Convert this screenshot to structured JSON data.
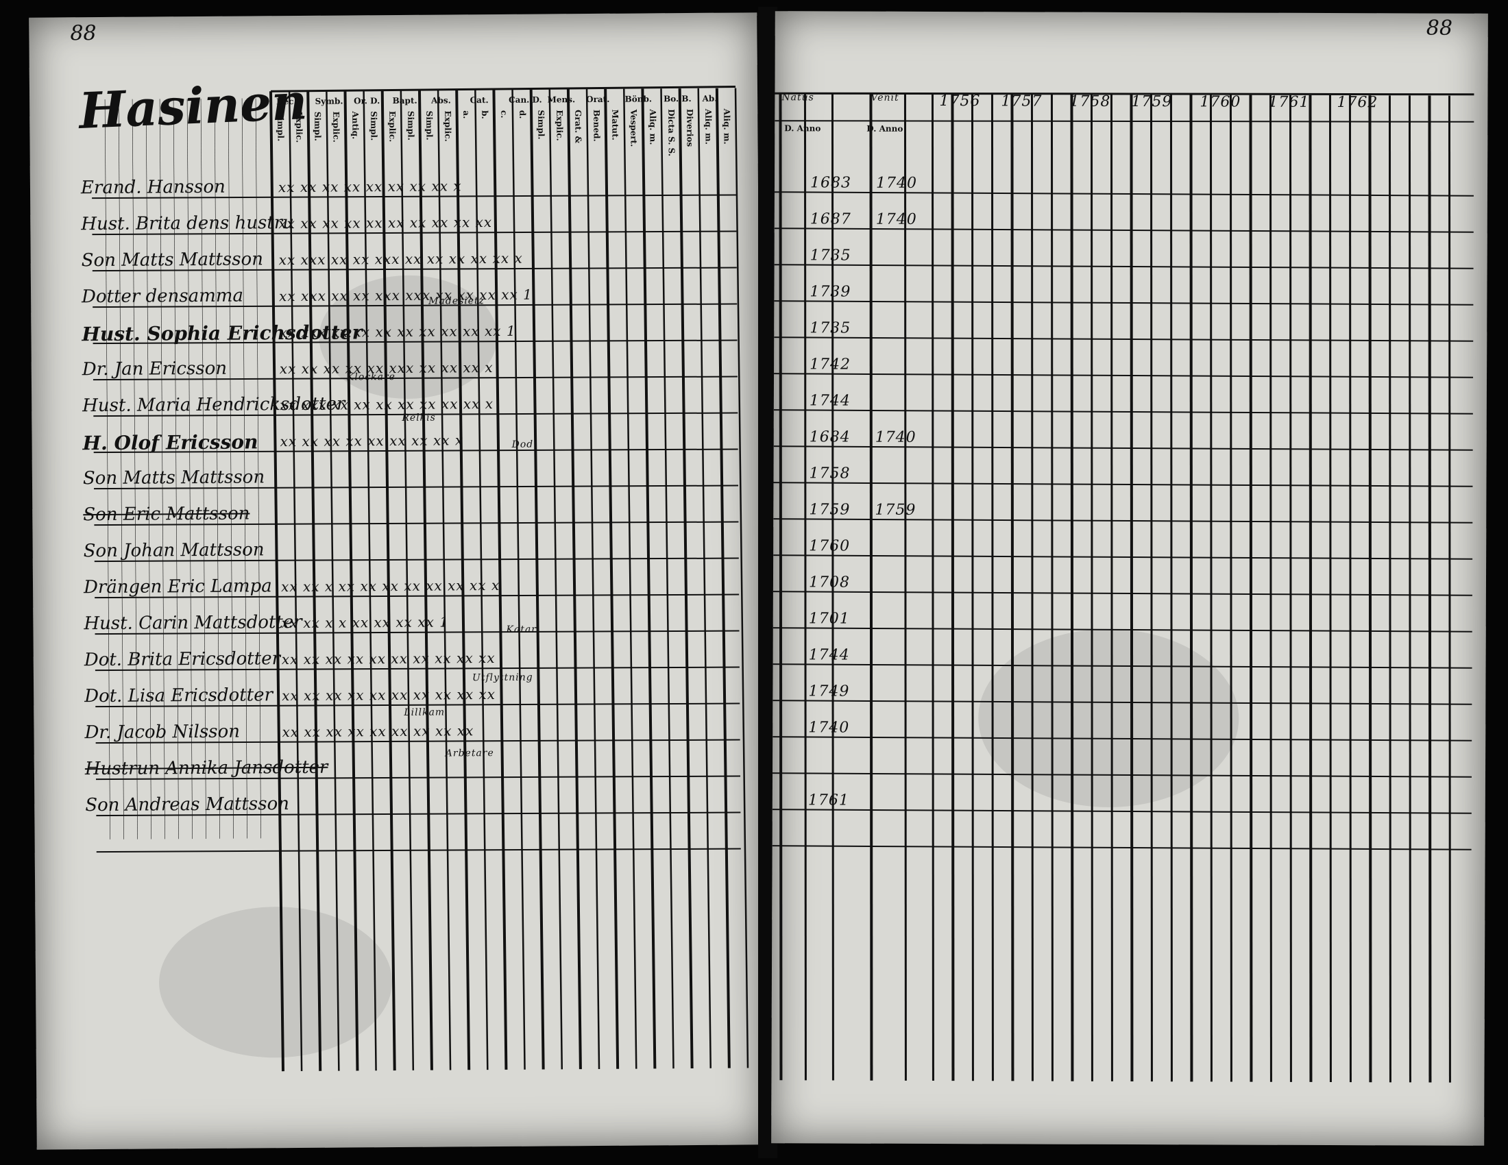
{
  "document": {
    "folio_left": "88",
    "folio_right": "88",
    "section_title": "Hasinen",
    "left_headers": {
      "top_row": [
        "Dec.",
        "Symb.",
        "Or. D.",
        "Bapt.",
        "Abs.",
        "Cat.",
        "Can. D.",
        "Mens.",
        "Orat.",
        "Bönb.",
        "Bo. B.",
        "Ab."
      ],
      "columns": [
        "Simpl.",
        "Explic.",
        "Simpl.",
        "Explic.",
        "Antiq.",
        "Simpl.",
        "Explic.",
        "Simpl.",
        "Simpl.",
        "Explic.",
        "a.",
        "b.",
        "c.",
        "d.",
        "Simpl.",
        "Explic.",
        "Grat. &",
        "Bened.",
        "Matut.",
        "Vespert.",
        "Aliq. m.",
        "Dicta S. S.",
        "Diverios",
        "Aliq. m.",
        "Aliq. m."
      ]
    },
    "right_headers": {
      "top_row": [
        "Natus",
        "Venit",
        "1756",
        "1757",
        "1758",
        "1759",
        "1760",
        "1761",
        "1762"
      ],
      "sub_row": [
        "D. Anno",
        "D. Anno"
      ]
    },
    "rows": [
      {
        "name": "Erand. Hansson",
        "marks": "xx  xx  xx xx xx xx xx xx  x",
        "born": "1683",
        "came": "1740"
      },
      {
        "name": "Hust. Brita dens hustru",
        "marks": "xx xx xx xx xx xx xx xx xx xx",
        "born": "1687",
        "came": "1740"
      },
      {
        "name": "Son Matts Mattsson",
        "marks": "xx xxx xx xx xxx xx xx xx xx xx x",
        "born": "1735",
        "came": ""
      },
      {
        "name": "Dotter densamma",
        "marks": "xx xxx xx xx xxx xxx xx xx xx xx 1",
        "born": "1739",
        "came": ""
      },
      {
        "name": "Hust. Sophia Erichsdotter",
        "marks": "xx xxx xx xx xx xx xx xx xx xx 1",
        "born": "1735",
        "came": ""
      },
      {
        "name": "Dr. Jan Ericsson",
        "marks": "xx xx xx xx xx xxx xx xx xx x",
        "born": "1742",
        "came": ""
      },
      {
        "name": "Hust. Maria Hendricksdotter",
        "marks": "xx xxx xx xx xx xx xx xx xx x",
        "born": "1744",
        "came": ""
      },
      {
        "name": "H. Olof Ericsson",
        "marks": "xx xx xx xx xx xx xx xx x",
        "born": "1684",
        "came": "1740"
      },
      {
        "name": "Son Matts Mattsson",
        "marks": "",
        "born": "1758",
        "came": ""
      },
      {
        "name": "Son Eric Mattsson",
        "marks": "",
        "born": "1759",
        "came": "1759"
      },
      {
        "name": "Son Johan Mattsson",
        "marks": "",
        "born": "1760",
        "came": ""
      },
      {
        "name": "Drängen Eric Lampa",
        "marks": "xx xx x xx xx xx xx xx xx xx x",
        "born": "1708",
        "came": ""
      },
      {
        "name": "Hust. Carin Mattsdotter",
        "marks": "xx xx x x xx xx xx xx 1",
        "born": "1701",
        "came": ""
      },
      {
        "name": "Dot. Brita Ericsdotter",
        "marks": "xx xx xx xx xx xx xx xx xx xx",
        "born": "1744",
        "came": ""
      },
      {
        "name": "Dot. Lisa Ericsdotter",
        "marks": "xx xx xx xx xx xx xx xx xx xx",
        "born": "1749",
        "came": ""
      },
      {
        "name": "Dr. Jacob Nilsson",
        "marks": "xx xx xx xx xx xx xx xx xx",
        "born": "1740",
        "came": ""
      },
      {
        "name": "Hustrun Annika Jansdotter",
        "marks": "",
        "born": "",
        "came": ""
      },
      {
        "name": "Son Andreas Mattsson",
        "marks": "",
        "born": "1761",
        "came": ""
      }
    ],
    "annotations": [
      "Madesietz",
      "Klockare",
      "Relkis",
      "Dod",
      "Katar",
      "Utflyttning",
      "Lillkam",
      "Arbetare"
    ]
  }
}
